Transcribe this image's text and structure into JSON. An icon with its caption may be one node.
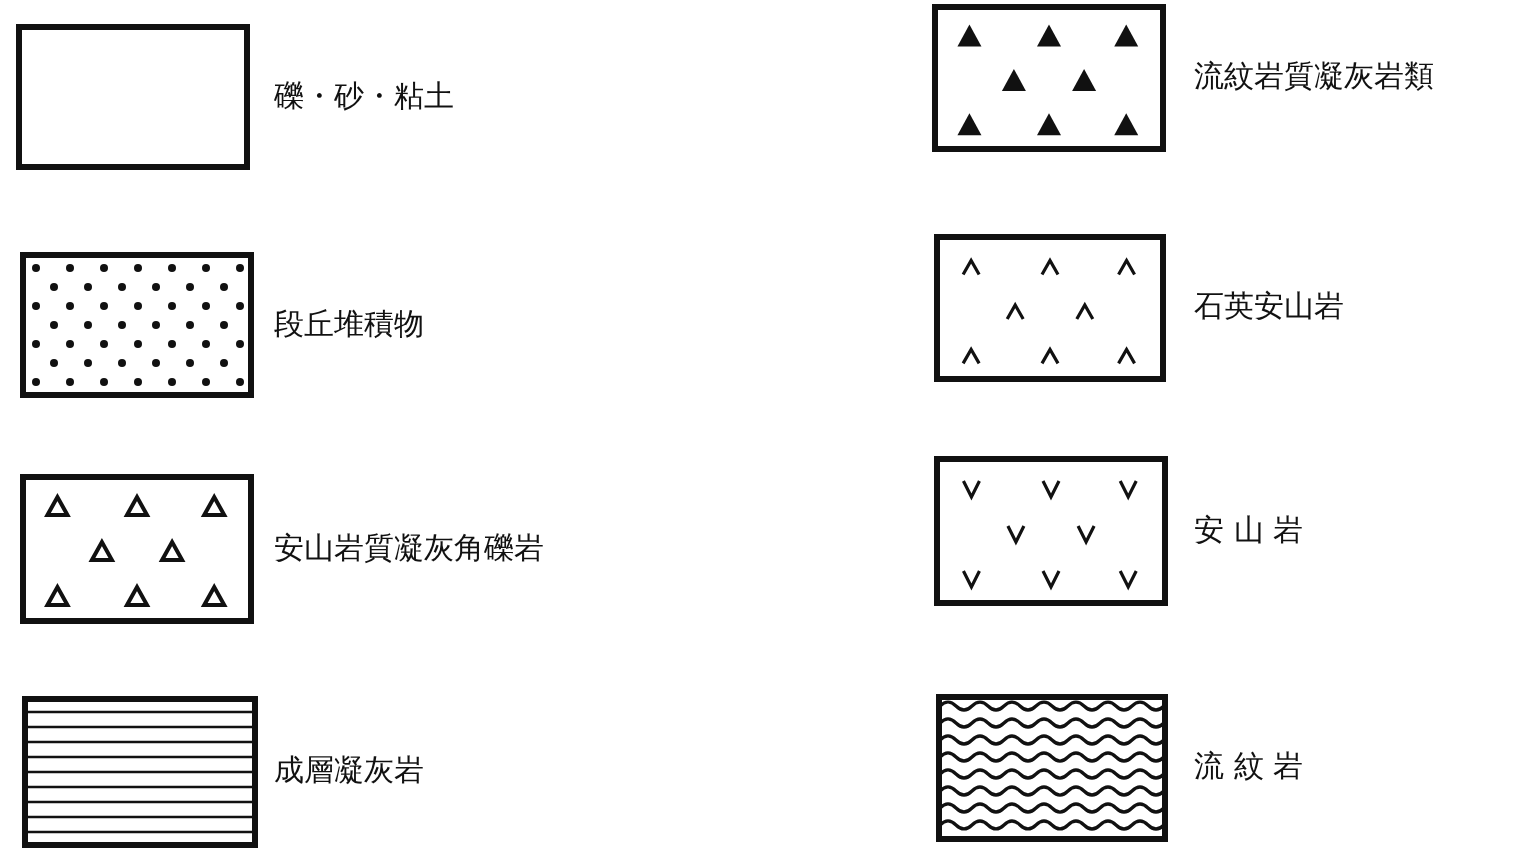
{
  "diagram": {
    "legend": [
      {
        "text": "礫・砂・粘土"
      },
      {
        "text": "段丘堆積物"
      },
      {
        "text": "安山岩質凝灰角礫岩"
      },
      {
        "text": "成層凝灰岩"
      },
      {
        "text": "流紋岩質凝灰岩類"
      },
      {
        "text": "石英安山岩"
      },
      {
        "text": "安 山 岩"
      },
      {
        "text": "流 紋 岩"
      }
    ]
  }
}
